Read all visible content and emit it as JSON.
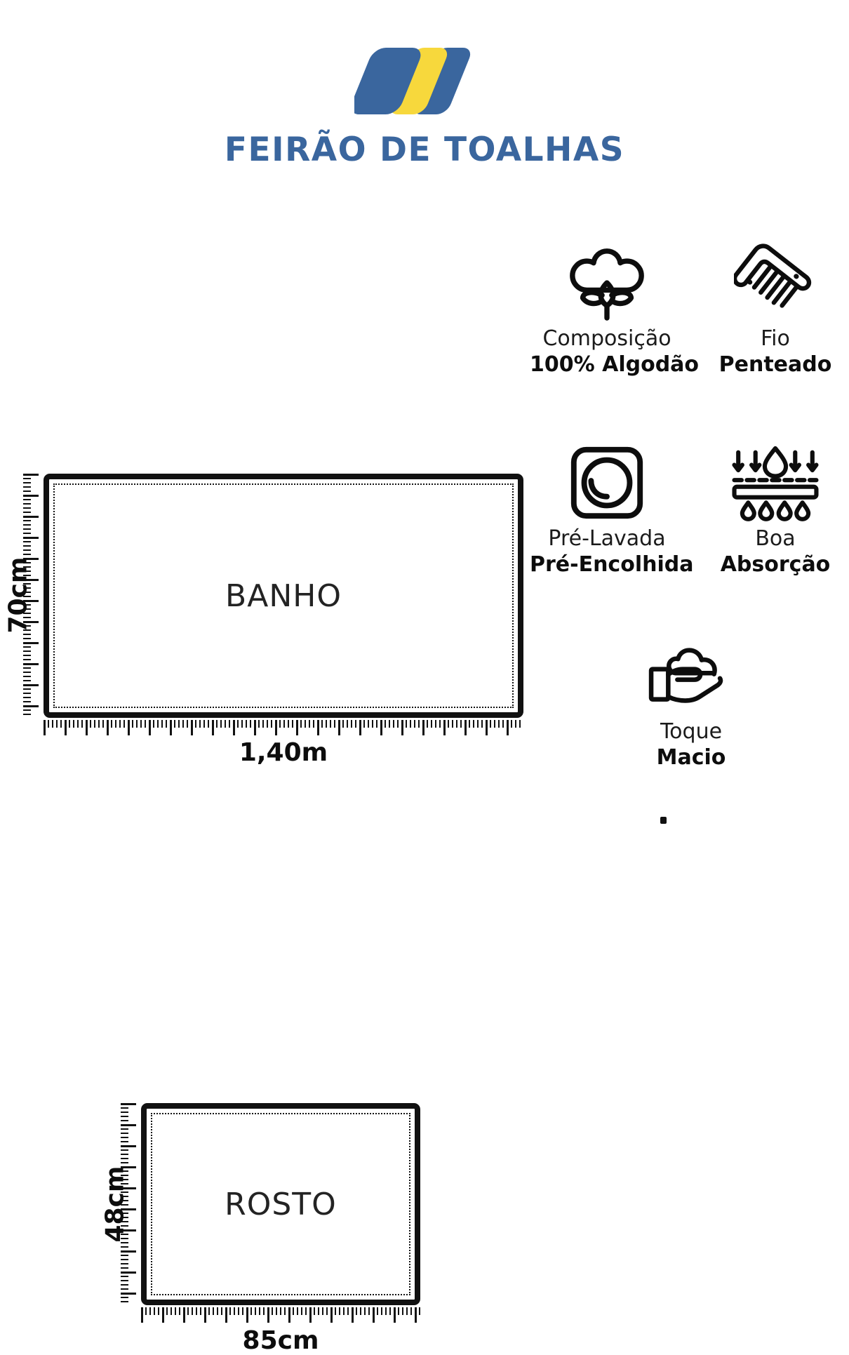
{
  "header": {
    "title": "FEIRÃO DE TOALHAS",
    "logo_name": "feirao-de-toalhas-logo",
    "brand_blue": "#3a669e",
    "brand_yellow": "#f7d83c"
  },
  "products": [
    {
      "name": "BANHO",
      "width_label": "1,40m",
      "height_label": "70cm"
    },
    {
      "name": "ROSTO",
      "width_label": "85cm",
      "height_label": "48cm"
    }
  ],
  "features": [
    {
      "icon": "cotton-flower-icon",
      "line1": "Composição",
      "line2": "100% Algodão"
    },
    {
      "icon": "comb-icon",
      "line1": "Fio",
      "line2": "Penteado"
    },
    {
      "icon": "washing-machine-icon",
      "line1": "Pré-Lavada",
      "line2": "Pré-Encolhida"
    },
    {
      "icon": "absorption-drops-icon",
      "line1": "Boa",
      "line2": "Absorção"
    },
    {
      "icon": "hand-holding-cloud-icon",
      "line1": "Toque",
      "line2": "Macio"
    }
  ]
}
